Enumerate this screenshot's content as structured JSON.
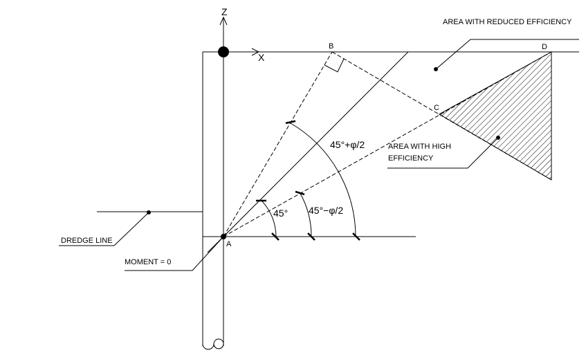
{
  "axes": {
    "z": "Z",
    "x": "X"
  },
  "points": {
    "a": "A",
    "b": "B",
    "c": "C",
    "d": "D"
  },
  "angles": {
    "inner": "45°",
    "lower": "45°−φ/2",
    "upper": "45°+φ/2"
  },
  "labels": {
    "reduced_efficiency": "AREA WITH REDUCED EFFICIENCY",
    "high_efficiency_1": "AREA WITH HIGH",
    "high_efficiency_2": "EFFICIENCY",
    "dredge_line": "DREDGE LINE",
    "moment": "MOMENT = 0"
  }
}
